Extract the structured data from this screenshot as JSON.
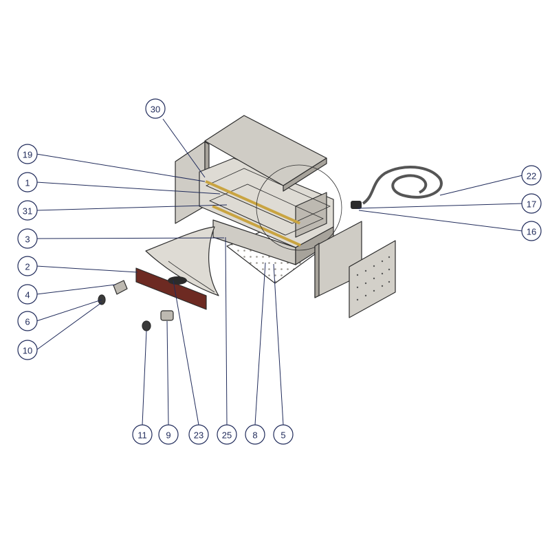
{
  "colors": {
    "callout_ink": "#1f2a5a",
    "panel_gray": "#cfccc5",
    "panel_light": "#dedbd4",
    "panel_dark": "#a7a39b",
    "wire_rack": "#8e8b84",
    "element_gold": "#c9a441",
    "control_strip": "#6d2a22",
    "cable": "#555555"
  },
  "callouts": [
    {
      "id": "c30",
      "label": "30"
    },
    {
      "id": "c19",
      "label": "19"
    },
    {
      "id": "c1",
      "label": "1"
    },
    {
      "id": "c31",
      "label": "31"
    },
    {
      "id": "c3",
      "label": "3"
    },
    {
      "id": "c2",
      "label": "2"
    },
    {
      "id": "c4",
      "label": "4"
    },
    {
      "id": "c6",
      "label": "6"
    },
    {
      "id": "c10",
      "label": "10"
    },
    {
      "id": "c22",
      "label": "22"
    },
    {
      "id": "c17",
      "label": "17"
    },
    {
      "id": "c16",
      "label": "16"
    },
    {
      "id": "c11",
      "label": "11"
    },
    {
      "id": "c9",
      "label": "9"
    },
    {
      "id": "c23",
      "label": "23"
    },
    {
      "id": "c25",
      "label": "25"
    },
    {
      "id": "c8",
      "label": "8"
    },
    {
      "id": "c5",
      "label": "5"
    }
  ]
}
